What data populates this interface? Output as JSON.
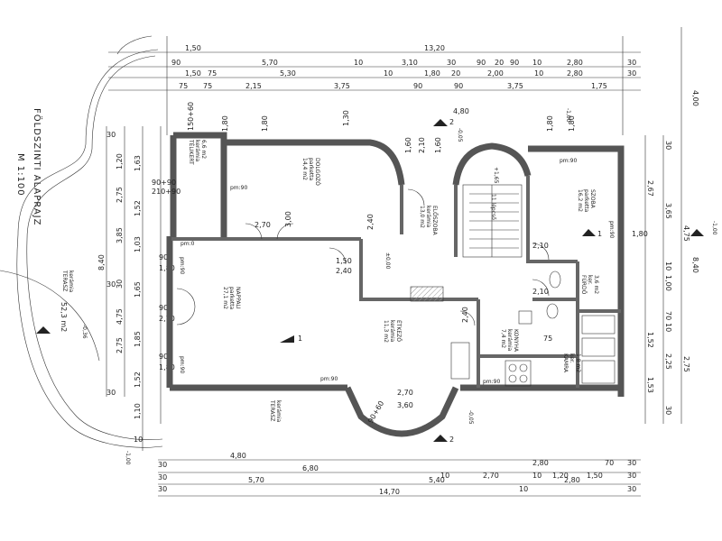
{
  "title": {
    "name": "FÖLDSZINTI ALAPRAJZ",
    "scale": "M 1:100"
  },
  "top_dimensions": {
    "row1": [
      "1,50",
      "13,20"
    ],
    "row2": [
      "90",
      "5,70",
      "10",
      "3,10",
      "30",
      "90",
      "20",
      "90",
      "10",
      "2,80",
      "30"
    ],
    "row3": [
      "1,50",
      "75",
      "5,30",
      "10",
      "1,80",
      "20",
      "2,00",
      "10",
      "2,80",
      "30"
    ],
    "row4": [
      "75",
      "75",
      "2,15",
      "3,75",
      "90",
      "90",
      "3,75",
      "1,75"
    ],
    "small": [
      "1,80",
      "1,80",
      "1,30",
      "4,80",
      "1,80",
      "1,80",
      "1,60",
      "2,10",
      "1,60"
    ]
  },
  "left_dimensions": [
    "1,20",
    "2,75",
    "3,85",
    "8,40",
    "30",
    "1,63",
    "1,52",
    "1,03",
    "1,65",
    "4,75",
    "1,85",
    "1,52",
    "1,10",
    "2,75",
    "1,80",
    "2,70",
    "1,80",
    "90",
    "90",
    "90",
    "30",
    "30",
    "30",
    "10"
  ],
  "right_dimensions": [
    "4,00",
    "30",
    "2,67",
    "3,65",
    "4,75",
    "8,40",
    "1,80",
    "10",
    "1,00",
    "70",
    "10",
    "1,52",
    "2,25",
    "1,53",
    "2,75",
    "30"
  ],
  "bottom_dimensions": {
    "row1": [
      "30",
      "4,80",
      "2,80",
      "70",
      "30"
    ],
    "row2": [
      "30",
      "6,80",
      "10",
      "2,70",
      "10",
      "1,20",
      "1,50",
      "30"
    ],
    "row3": [
      "30",
      "5,70",
      "5,40",
      "10",
      "2,80",
      "30"
    ],
    "row4": [
      "14,70"
    ]
  },
  "rooms": [
    {
      "name": "TÉLIKERT",
      "floor": "kerámia",
      "area": "6,6 m2"
    },
    {
      "name": "DOLGOZÓ",
      "floor": "parketta",
      "area": "14,4 m2"
    },
    {
      "name": "ELŐSZOBA",
      "floor": "kerámia",
      "area": "13,0 m2"
    },
    {
      "name": "SZOBA",
      "floor": "parketta",
      "area": "16,2 m2"
    },
    {
      "name": "NAPPALI",
      "floor": "parketta",
      "area": "27,1 m2"
    },
    {
      "name": "ÉTKEZŐ",
      "floor": "kerámia",
      "area": "11,3 m2"
    },
    {
      "name": "KONYHA",
      "floor": "kerámia",
      "area": "7,4 m2"
    },
    {
      "name": "FÜRDŐ",
      "floor": "ker.",
      "area": "3,6 m2"
    },
    {
      "name": "KAMRA",
      "floor": "ker.",
      "area": "1,8 m2"
    }
  ],
  "terraces": [
    {
      "name": "TERASZ",
      "floor": "kerámia"
    },
    {
      "name": "TERASZ",
      "floor": "kerámia"
    }
  ],
  "outside_area": "52,3 m2",
  "levels": [
    "±0,00",
    "-0,05",
    "-0,36",
    "-1,00",
    "+1,65",
    "-1,00",
    "-1,00",
    "-0,05"
  ],
  "wall_labels": [
    "pm:90",
    "pm:90",
    "pm:90",
    "pm:90",
    "pm:90",
    "pm:90",
    "pm:90",
    "pm:0"
  ],
  "door_labels": [
    "90+90",
    "210+90",
    "150+60",
    "90+60",
    "3,00",
    "2,70",
    "2,40",
    "1,50",
    "2,40",
    "2,10",
    "2,10",
    "2,40",
    "2,70",
    "3,60",
    "75"
  ],
  "section_markers": [
    "1",
    "1",
    "2",
    "2"
  ],
  "stairs_label": "11 lépcső",
  "colors": {
    "wall": "#555555",
    "ink": "#222222",
    "paper": "#ffffff"
  }
}
